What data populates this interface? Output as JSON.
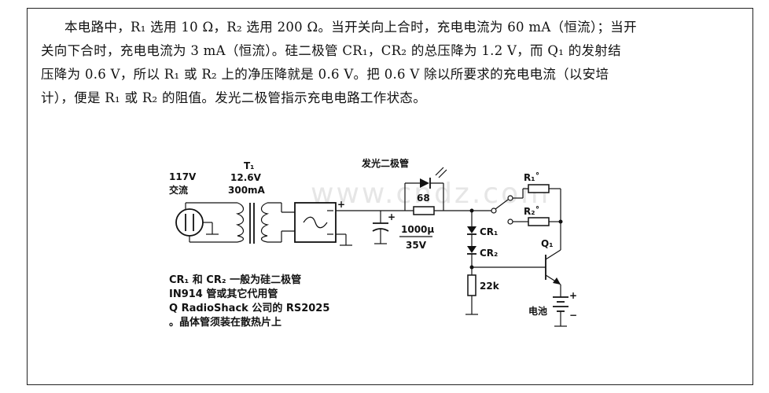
{
  "paragraph": {
    "line1": "本电路中，R₁ 选用 10 Ω，R₂ 选用 200 Ω。当开关向上合时，充电电流为 60 mA（恒流）；当开",
    "line2": "关向下合时，充电电流为 3 mA（恒流）。硅二极管 CR₁，CR₂ 的总压降为 1.2 V，而 Q₁ 的发射结",
    "line3": "压降为 0.6 V，所以 R₁ 或 R₂ 上的净压降就是 0.6 V。把 0.6 V 除以所要求的充电电流（以安培",
    "line4": "计），便是 R₁ 或 R₂ 的阻值。发光二极管指示充电电路工作状态。"
  },
  "labels": {
    "ac_voltage": "117V",
    "ac_type": "交流",
    "transformer_name": "T₁",
    "transformer_voltage": "12.6V",
    "transformer_current": "300mA",
    "led_title": "发光二极管",
    "led_resistor": "68",
    "cap_value": "1000μ",
    "cap_voltage": "35V",
    "cap_plus": "+",
    "rect_plus": "+",
    "cr1": "CR₁",
    "cr2": "CR₂",
    "bias_resistor": "22k",
    "r1": "R₁˚",
    "r2": "R₂˚",
    "q1": "Q₁",
    "battery": "电池",
    "batt_plus": "+",
    "batt_minus": "−"
  },
  "notes": {
    "line1": "CR₁ 和 CR₂ 一般为硅二极管",
    "line2": "IN914 管或其它代用管",
    "line3": "Q  RadioShack 公司的 RS2025",
    "line4": "。晶体管须装在散热片上"
  },
  "watermark": "www.cndz.com"
}
